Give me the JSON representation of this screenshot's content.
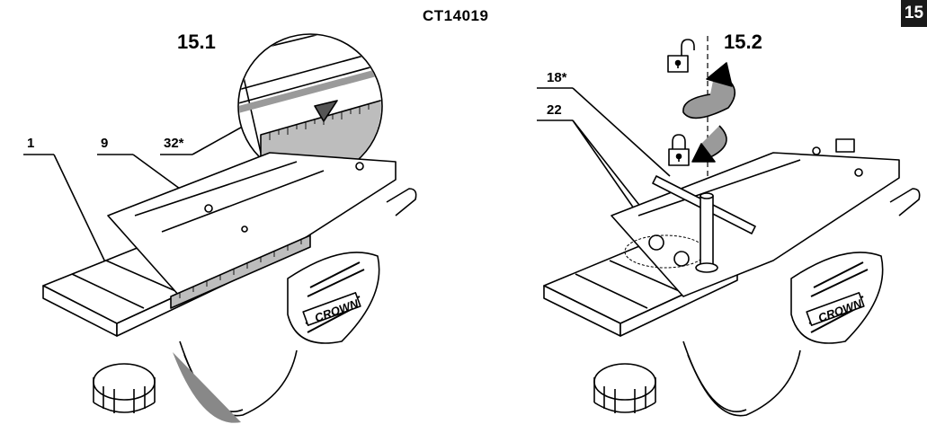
{
  "model": "CT14019",
  "page_number": "15",
  "figures": [
    {
      "label": "15.1",
      "callouts": [
        "1",
        "9",
        "32*"
      ]
    },
    {
      "label": "15.2",
      "callouts": [
        "18*",
        "22"
      ]
    }
  ],
  "brand_text": "CROWN",
  "icons": [
    "padlock-open-icon",
    "padlock-closed-icon",
    "rotate-arrow-icon"
  ]
}
